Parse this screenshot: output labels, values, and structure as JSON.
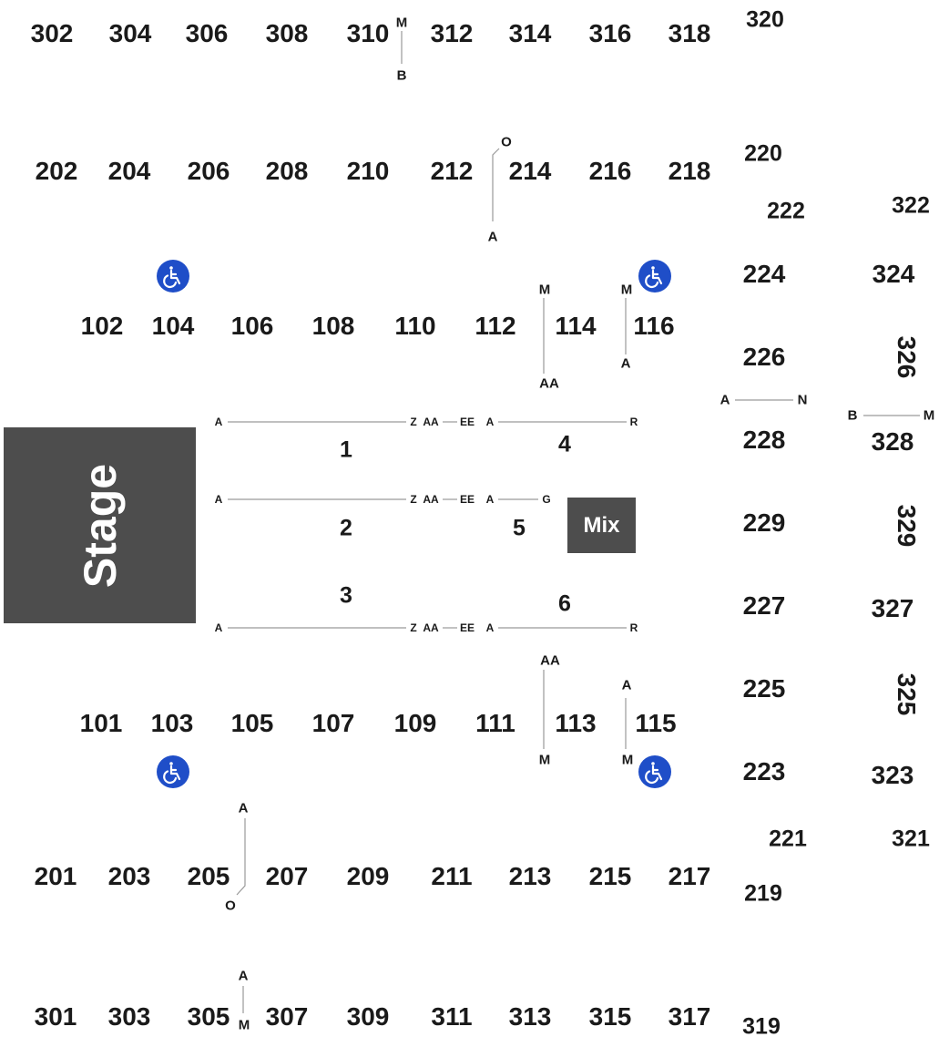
{
  "stage_label": "Stage",
  "mix_label": "Mix",
  "sections": {
    "s302": "302",
    "s304": "304",
    "s306": "306",
    "s308": "308",
    "s310": "310",
    "s312": "312",
    "s314": "314",
    "s316": "316",
    "s318": "318",
    "s320": "320",
    "s202": "202",
    "s204": "204",
    "s206": "206",
    "s208": "208",
    "s210": "210",
    "s212": "212",
    "s214": "214",
    "s216": "216",
    "s218": "218",
    "s220": "220",
    "s222": "222",
    "s322": "322",
    "s224": "224",
    "s324": "324",
    "s226": "226",
    "s326": "326",
    "s228": "228",
    "s328": "328",
    "s229": "229",
    "s329": "329",
    "s227": "227",
    "s327": "327",
    "s225": "225",
    "s325": "325",
    "s223": "223",
    "s323": "323",
    "s221": "221",
    "s321": "321",
    "s219": "219",
    "s319": "319",
    "s102": "102",
    "s104": "104",
    "s106": "106",
    "s108": "108",
    "s110": "110",
    "s112": "112",
    "s114": "114",
    "s116": "116",
    "s101": "101",
    "s103": "103",
    "s105": "105",
    "s107": "107",
    "s109": "109",
    "s111": "111",
    "s113": "113",
    "s115": "115",
    "s201": "201",
    "s203": "203",
    "s205": "205",
    "s207": "207",
    "s209": "209",
    "s211": "211",
    "s213": "213",
    "s215": "215",
    "s217": "217",
    "s301": "301",
    "s303": "303",
    "s305": "305",
    "s307": "307",
    "s309": "309",
    "s311": "311",
    "s313": "313",
    "s315": "315",
    "s317": "317",
    "f1": "1",
    "f2": "2",
    "f3": "3",
    "f4": "4",
    "f5": "5",
    "f6": "6"
  },
  "rows": {
    "M": "M",
    "B": "B",
    "O": "O",
    "A": "A",
    "AA": "AA",
    "N": "N",
    "Z": "Z",
    "EE": "EE",
    "R": "R",
    "G": "G"
  },
  "accessibility_icon": "wheelchair-icon",
  "colors": {
    "stage": "#4d4d4d",
    "accessibility": "#1f4ec8",
    "line": "#9a9a9a"
  }
}
